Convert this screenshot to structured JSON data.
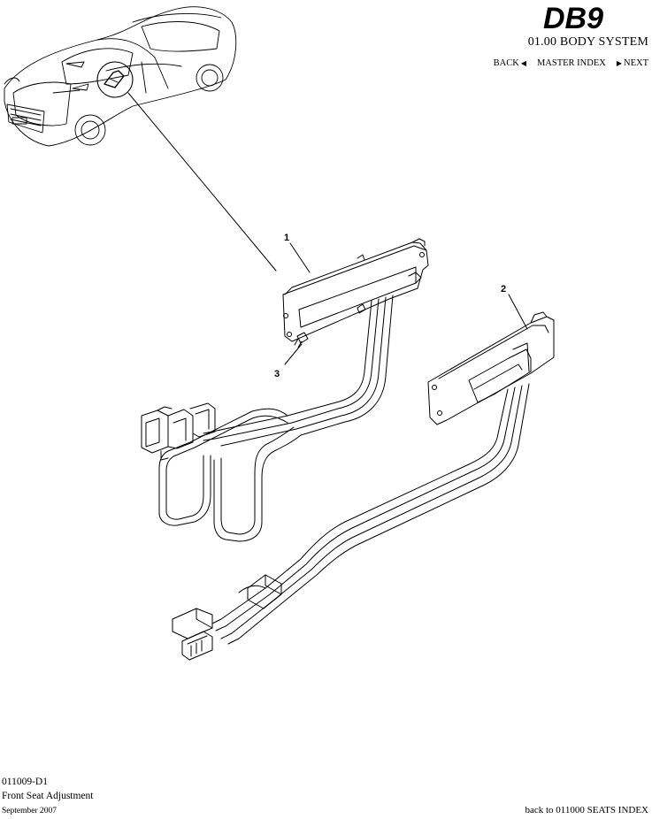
{
  "header": {
    "logo_text": "DB9",
    "system_title": "01.00 BODY SYSTEM",
    "nav": {
      "back": "BACK",
      "master_index": "MASTER INDEX",
      "next": "NEXT"
    }
  },
  "callouts": {
    "c1": "1",
    "c2": "2",
    "c3": "3"
  },
  "footer": {
    "code": "011009-D1",
    "title": "Front Seat Adjustment",
    "date": "September 2007",
    "back_link": "back to 011000 SEATS INDEX"
  }
}
